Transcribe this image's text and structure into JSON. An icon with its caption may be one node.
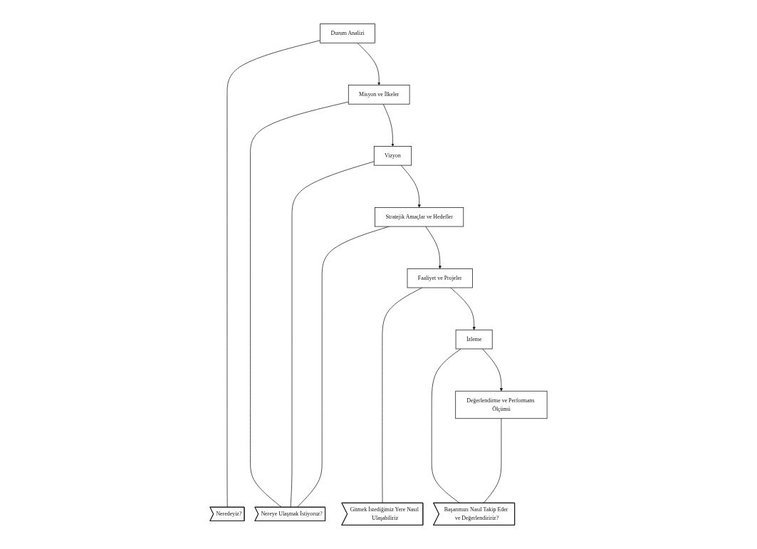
{
  "diagram": {
    "nodes": [
      {
        "text": [
          "Durum Analizi"
        ]
      },
      {
        "text": [
          "Misyon ve İlkeler"
        ]
      },
      {
        "text": [
          "Vizyon"
        ]
      },
      {
        "text": [
          "Stratejik Amaçlar ve Hedefler"
        ]
      },
      {
        "text": [
          "Faaliyet ve Projeler"
        ]
      },
      {
        "text": [
          "İzleme"
        ]
      },
      {
        "text": [
          "Değerlendirme ve Performans Ölçümü"
        ]
      },
      {
        "text": [
          "Neredeyiz?"
        ]
      },
      {
        "text": [
          "Nereye Ulaşmak İstiyoruz?"
        ]
      },
      {
        "text": [
          "Gitmek İstediğimiz Yere Nasıl Ulaşabiliriz"
        ]
      },
      {
        "text": [
          "Başarımızı Nasıl Takip Eder ve Değerlendiririz?"
        ]
      }
    ],
    "edges": [
      {
        "from": 0,
        "to": 1,
        "arrow": "to"
      },
      {
        "from": 1,
        "to": 2,
        "arrow": "to"
      },
      {
        "from": 2,
        "to": 3,
        "arrow": "to"
      },
      {
        "from": 3,
        "to": 4,
        "arrow": "to"
      },
      {
        "from": 4,
        "to": 5,
        "arrow": "to"
      },
      {
        "from": 5,
        "to": 6,
        "arrow": "to"
      },
      {
        "from": 0,
        "to": 7,
        "arrow": "none"
      },
      {
        "from": 1,
        "to": 8,
        "arrow": "none"
      },
      {
        "from": 2,
        "to": 8,
        "arrow": "none"
      },
      {
        "from": 3,
        "to": 8,
        "arrow": "none"
      },
      {
        "from": 4,
        "to": 9,
        "arrow": "none"
      },
      {
        "from": 5,
        "to": 10,
        "arrow": "none"
      },
      {
        "from": 6,
        "to": 10,
        "arrow": "none"
      }
    ]
  }
}
